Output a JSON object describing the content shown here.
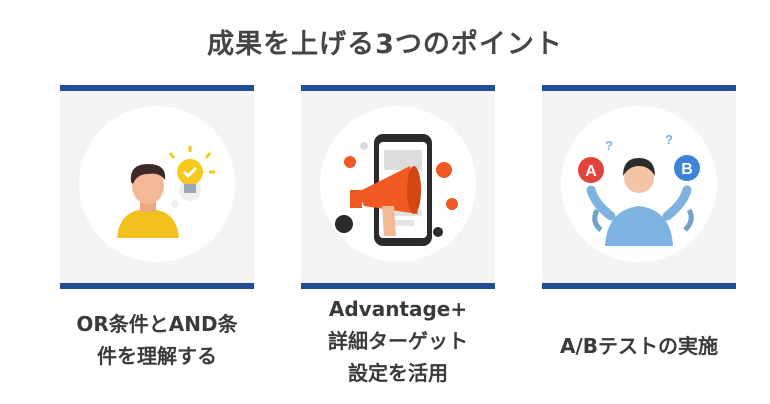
{
  "title": "成果を上げる3つのポイント",
  "colors": {
    "accent": "#1f4e96",
    "card_bg": "#f4f4f4"
  },
  "cards": [
    {
      "lines": [
        "OR条件とAND条",
        "件を理解する"
      ],
      "icon": "person-lightbulb-icon"
    },
    {
      "lines": [
        "Advantage+",
        "詳細ターゲット",
        "設定を活用"
      ],
      "icon": "phone-megaphone-icon"
    },
    {
      "lines": [
        "A/Bテストの実施"
      ],
      "icon": "woman-ab-choice-icon"
    }
  ]
}
